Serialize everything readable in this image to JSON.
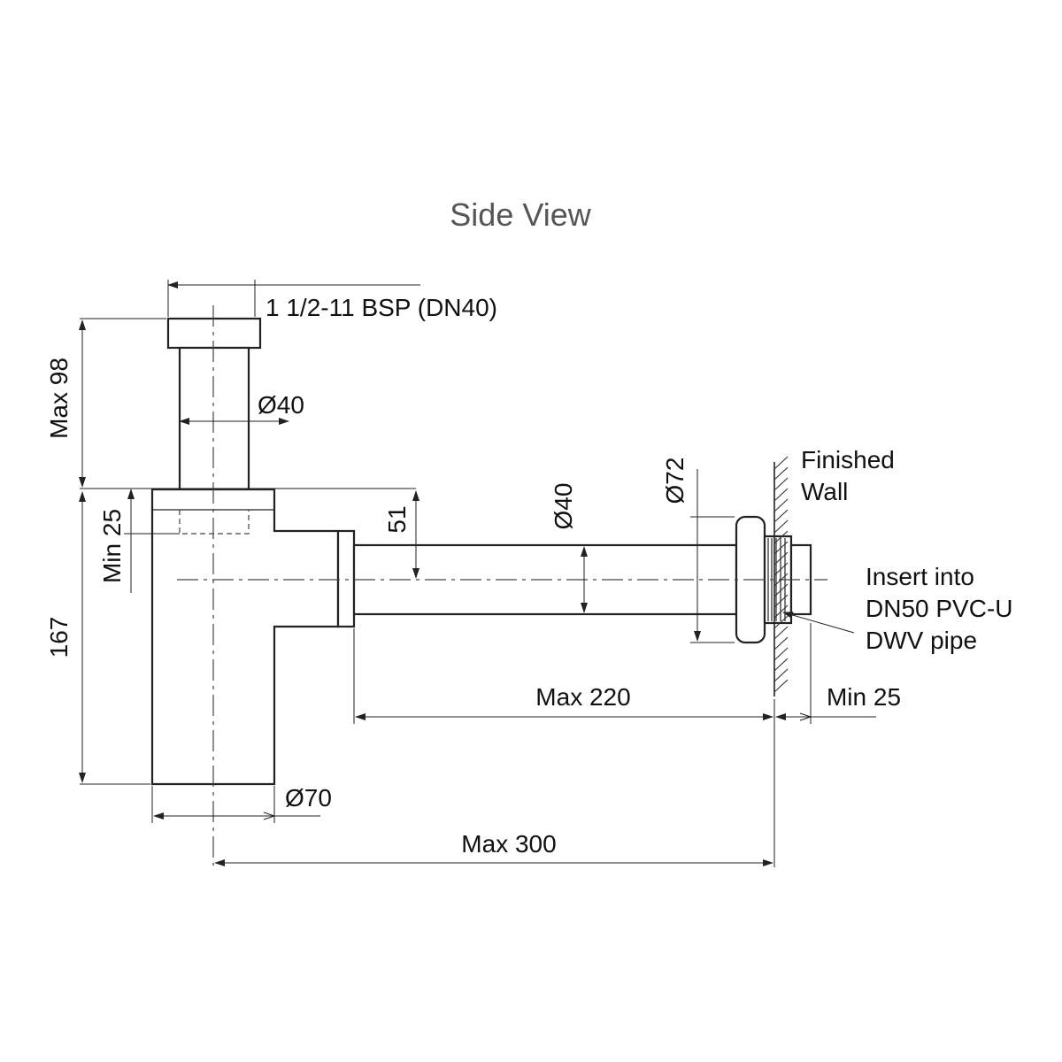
{
  "title": "Side View",
  "labels": {
    "thread": "1 1/2-11 BSP (DN40)",
    "max98": "Max 98",
    "dia40_top": "Ø40",
    "min25_left": "Min 25",
    "dim167": "167",
    "dim51": "51",
    "dia40_arm": "Ø40",
    "dia72": "Ø72",
    "finished": "Finished",
    "wall": "Wall",
    "insert1": "Insert into",
    "insert2": "DN50 PVC-U",
    "insert3": "DWV pipe",
    "max220": "Max 220",
    "min25_right": "Min 25",
    "dia70": "Ø70",
    "max300": "Max 300"
  }
}
